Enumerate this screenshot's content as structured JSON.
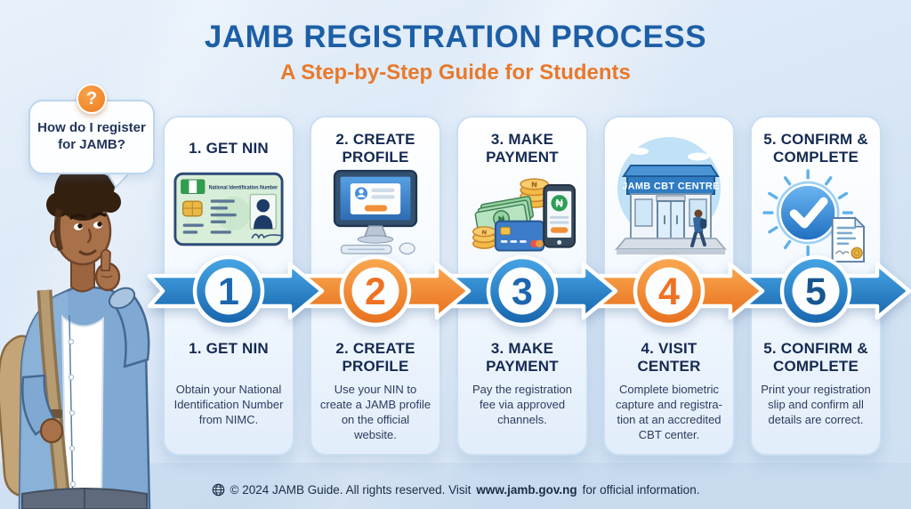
{
  "header": {
    "title": "JAMB REGISTRATION PROCESS",
    "subtitle": "A Step-by-Step Guide for Students"
  },
  "speech_bubble": {
    "badge": "?",
    "text": "How do I register for JAMB?"
  },
  "steps": [
    {
      "number": "1",
      "top_title": "1. GET NIN",
      "bottom_title": "1. GET NIN",
      "description": "Obtain your National Identification Number from NIMC.",
      "icon": "nin-id-card-icon",
      "accent": "blue"
    },
    {
      "number": "2",
      "top_title": "2. CREATE PROFILE",
      "bottom_title": "2. CREATE PROFILE",
      "description": "Use your NIN to create a JAMB profile on the official website.",
      "icon": "computer-profile-icon",
      "accent": "orange"
    },
    {
      "number": "3",
      "top_title": "3. MAKE PAYMENT",
      "bottom_title": "3. MAKE PAYMENT",
      "description": "Pay the registration fee via approved channels.",
      "icon": "payment-methods-icon",
      "accent": "blue"
    },
    {
      "number": "4",
      "bottom_title": "4. VISIT CENTER",
      "description": "Complete biometric capture and registra-tion at an accredited CBT center.",
      "icon": "cbt-centre-building-icon",
      "accent": "orange",
      "building_sign": "JAMB CBT CENTRE"
    },
    {
      "number": "5",
      "top_title": "5. CONFIRM & COMPLETE",
      "bottom_title": "5. CONFIRM & COMPLETE",
      "description": "Print your registration slip and confirm all details are correct.",
      "icon": "checkmark-badge-icon",
      "accent": "blue"
    }
  ],
  "nin_card": {
    "label": "National Identification Number"
  },
  "footer": {
    "prefix": "© 2024 JAMB Guide. All rights reserved. Visit",
    "link": "www.jamb.gov.ng",
    "suffix": "for official information."
  },
  "colors": {
    "title_blue": "#1d5fa6",
    "accent_orange": "#e8792b",
    "arrow_blue": "#2b86c8",
    "arrow_orange": "#f08a33",
    "heading_navy": "#152a52"
  }
}
